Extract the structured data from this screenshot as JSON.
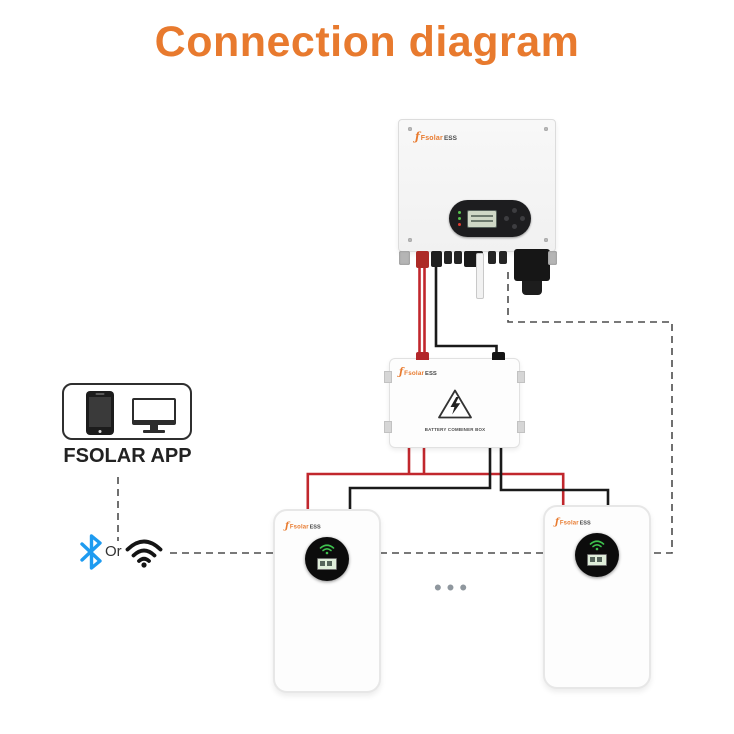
{
  "title": "Connection diagram",
  "brand": {
    "prefix": "Fsolar",
    "suffix": "ESS"
  },
  "app": {
    "label": "FSOLAR APP"
  },
  "connectivity": {
    "or_label": "Or"
  },
  "devices": {
    "combiner": {
      "label": "BATTERY COMBINER BOX"
    },
    "more_indicator": "•••"
  },
  "colors": {
    "accent_orange": "#E87A2E",
    "wire_red": "#C1272D",
    "wire_black": "#1A1A1A",
    "dashed_grey": "#4D4D4D",
    "bluetooth_blue": "#1E9BF0",
    "battery_display_green": "#3EC24E"
  },
  "icons": {
    "bluetooth": "bluetooth-icon",
    "wifi": "wifi-icon",
    "smartphone": "smartphone-icon",
    "monitor": "monitor-icon",
    "high_voltage_warning": "high-voltage-warning-icon",
    "battery_wifi_status": "wifi-status-icon",
    "more_batteries": "ellipsis-icon"
  }
}
